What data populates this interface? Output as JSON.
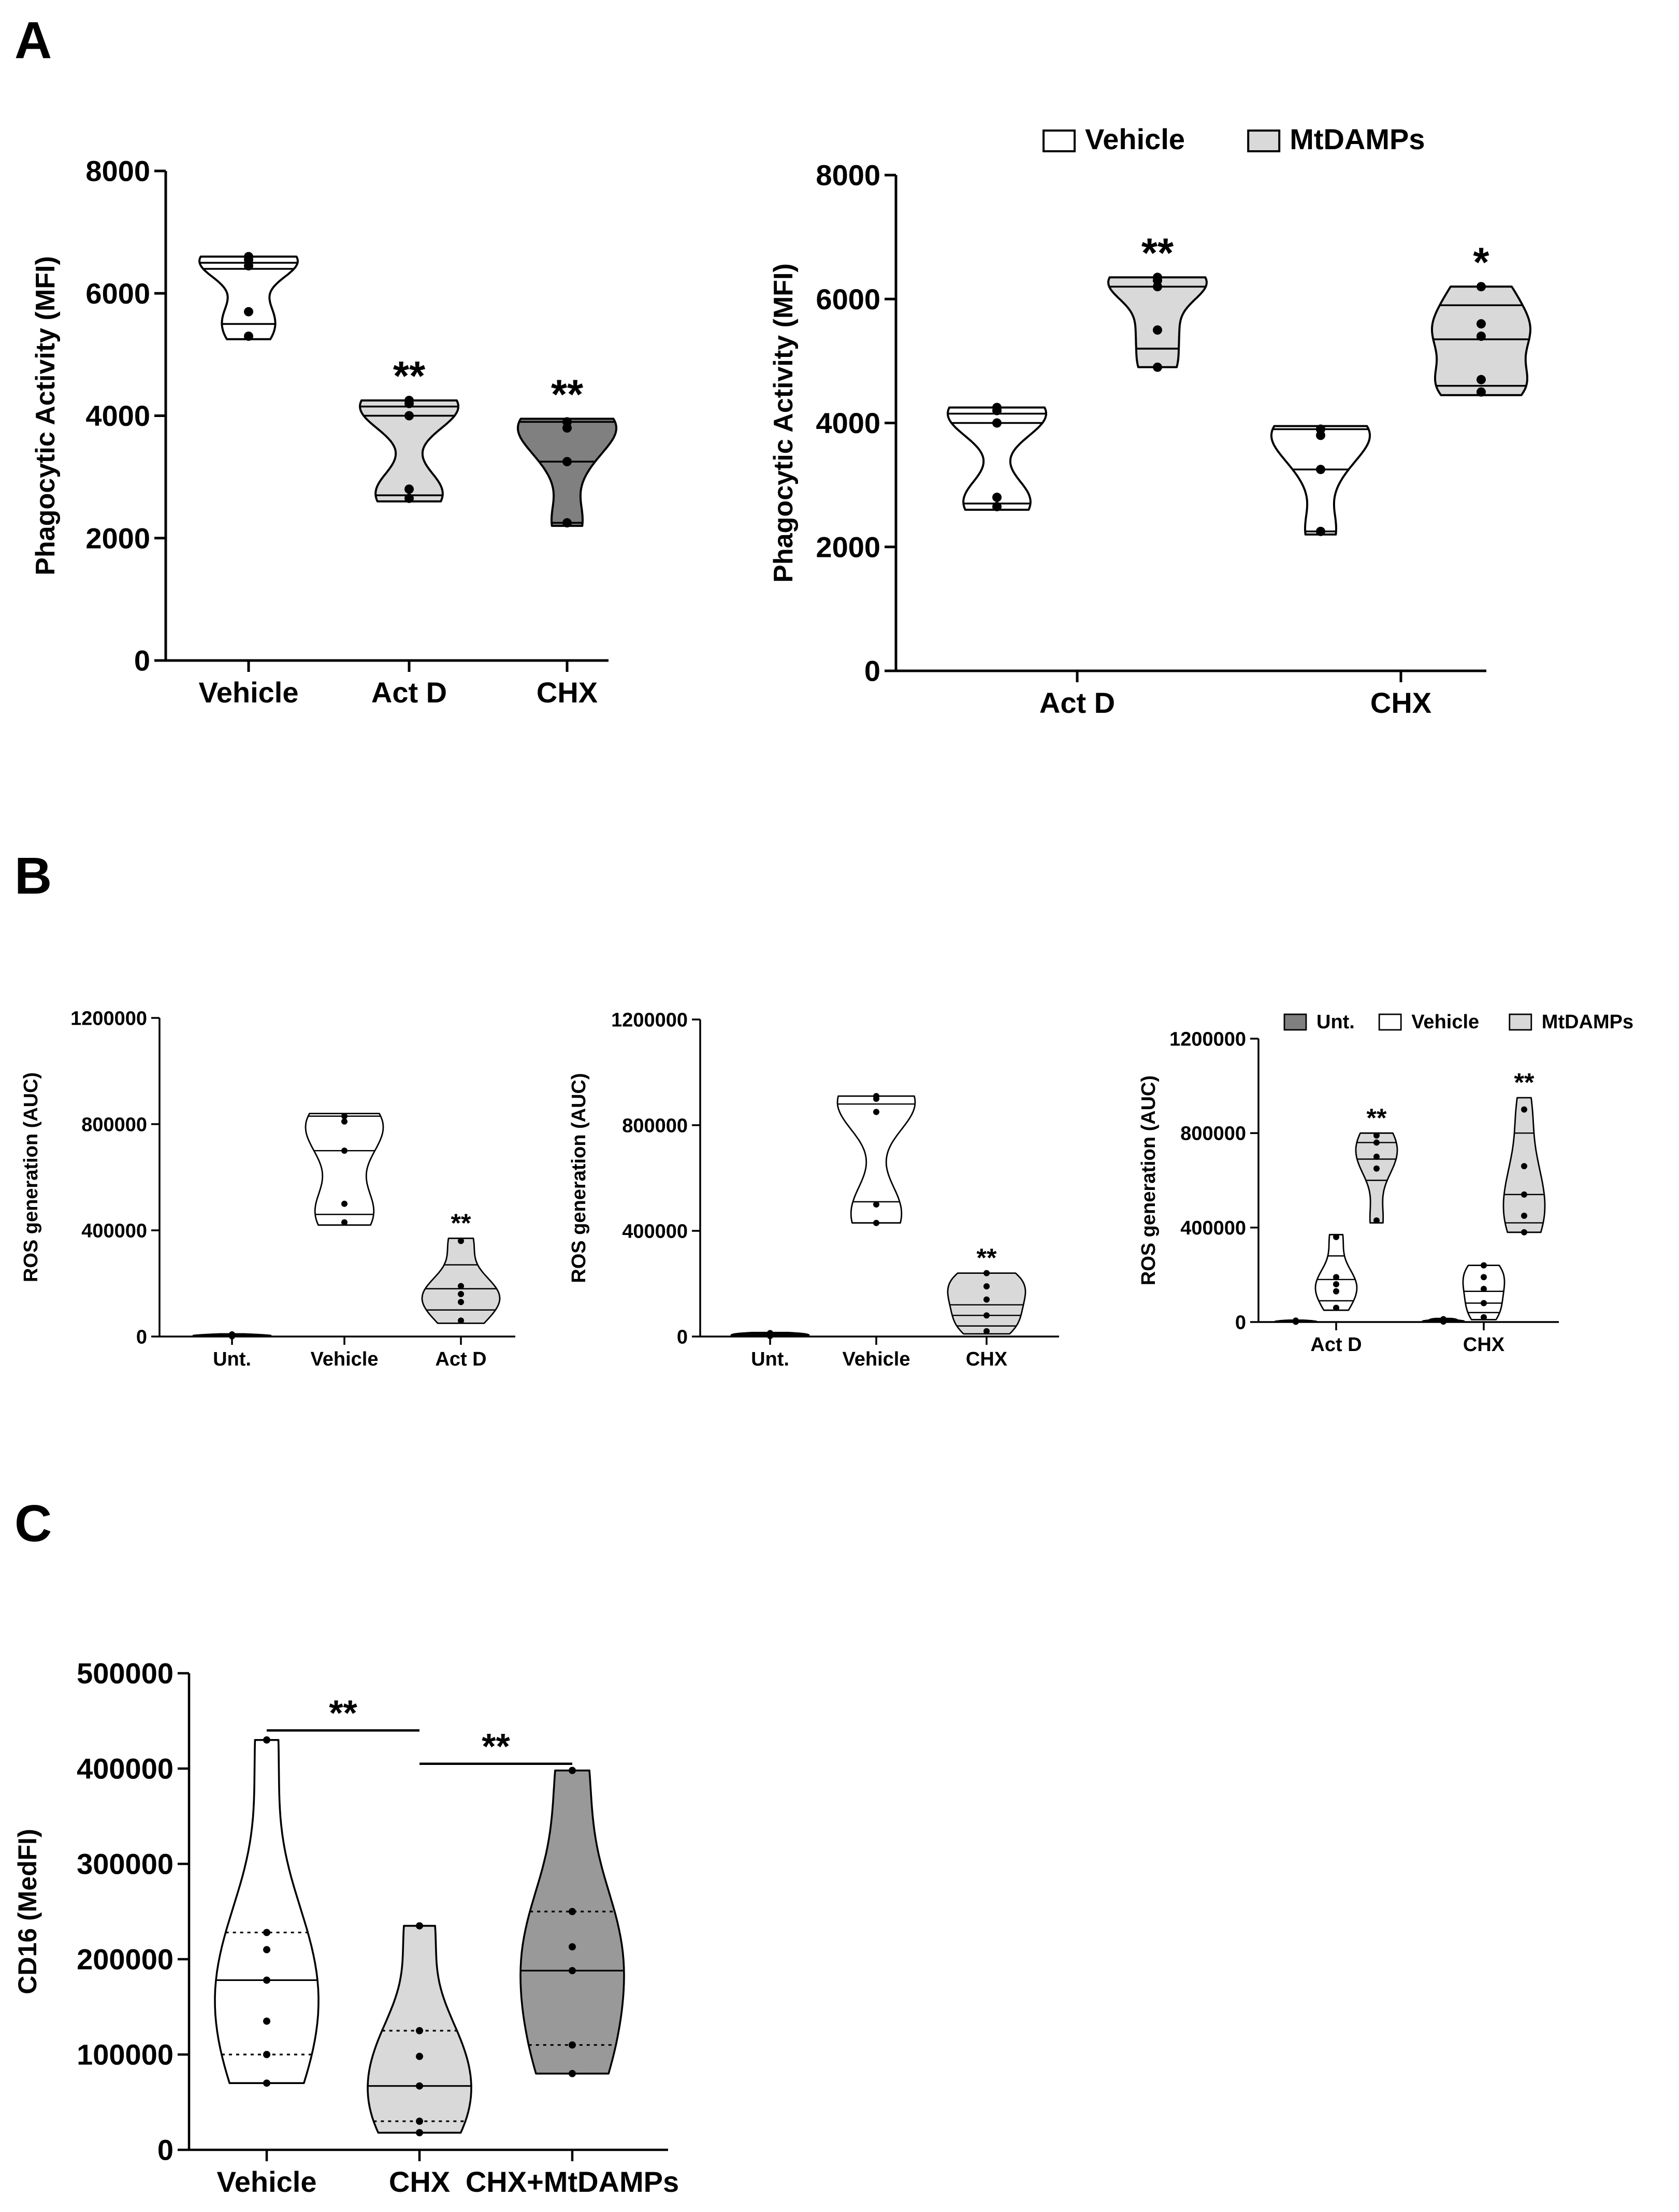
{
  "panels": [
    {
      "id": "A",
      "label": "A"
    },
    {
      "id": "B",
      "label": "B"
    },
    {
      "id": "C",
      "label": "C"
    }
  ],
  "chart_data": [
    {
      "id": "A1",
      "type": "violin",
      "ylabel": "Phagocytic Activity (MFI)",
      "ylim": [
        0,
        8000
      ],
      "yticks": [
        0,
        2000,
        4000,
        6000,
        8000
      ],
      "categories": [
        "Vehicle",
        "Act D",
        "CHX"
      ],
      "groups": [
        {
          "category": "Vehicle",
          "color": "#ffffff",
          "min": 5250,
          "max": 6600,
          "median": 6400,
          "q1": 5500,
          "q3": 6500,
          "points": [
            5300,
            5700,
            6450,
            6550,
            6600
          ],
          "significance": ""
        },
        {
          "category": "Act D",
          "color": "#d9d9d9",
          "min": 2600,
          "max": 4250,
          "median": 4000,
          "q1": 2700,
          "q3": 4150,
          "points": [
            2650,
            2800,
            4000,
            4200,
            4250
          ],
          "significance": "**"
        },
        {
          "category": "CHX",
          "color": "#808080",
          "min": 2200,
          "max": 3950,
          "median": 3250,
          "q1": 2250,
          "q3": 3900,
          "points": [
            2250,
            3250,
            3800,
            3900,
            3900
          ],
          "significance": "**"
        }
      ]
    },
    {
      "id": "A2",
      "type": "violin",
      "ylabel": "Phagocytic Activity (MFI)",
      "ylim": [
        0,
        8000
      ],
      "yticks": [
        0,
        2000,
        4000,
        6000,
        8000
      ],
      "categories": [
        "Act D",
        "CHX"
      ],
      "legend": {
        "position": "top",
        "entries": [
          {
            "name": "Vehicle",
            "color": "#ffffff"
          },
          {
            "name": "MtDAMPs",
            "color": "#d9d9d9"
          }
        ]
      },
      "groups": [
        {
          "category": "Act D",
          "series": "Vehicle",
          "color": "#ffffff",
          "min": 2600,
          "max": 4250,
          "median": 4000,
          "q1": 2700,
          "q3": 4150,
          "points": [
            2650,
            2800,
            4000,
            4200,
            4250
          ],
          "significance": ""
        },
        {
          "category": "Act D",
          "series": "MtDAMPs",
          "color": "#d9d9d9",
          "min": 4900,
          "max": 6350,
          "median": 5200,
          "q1": 5200,
          "q3": 6200,
          "points": [
            4900,
            5500,
            6200,
            6300,
            6350
          ],
          "significance": "**"
        },
        {
          "category": "CHX",
          "series": "Vehicle",
          "color": "#ffffff",
          "min": 2200,
          "max": 3950,
          "median": 3250,
          "q1": 2250,
          "q3": 3900,
          "points": [
            2250,
            3250,
            3800,
            3900,
            3900
          ],
          "significance": ""
        },
        {
          "category": "CHX",
          "series": "MtDAMPs",
          "color": "#d9d9d9",
          "min": 4450,
          "max": 6200,
          "median": 5350,
          "q1": 4600,
          "q3": 5900,
          "points": [
            4500,
            4700,
            5400,
            5600,
            6200
          ],
          "significance": "*"
        }
      ]
    },
    {
      "id": "B1",
      "type": "violin",
      "ylabel": "ROS generation (AUC)",
      "ylim": [
        0,
        1200000
      ],
      "yticks": [
        0,
        400000,
        800000,
        1200000
      ],
      "categories": [
        "Unt.",
        "Vehicle",
        "Act D"
      ],
      "groups": [
        {
          "category": "Unt.",
          "color": "#404040",
          "min": 0,
          "max": 10000,
          "median": 3000,
          "q1": 1000,
          "q3": 6000,
          "points": [
            1000,
            3000,
            5000,
            8000
          ],
          "significance": ""
        },
        {
          "category": "Vehicle",
          "color": "#ffffff",
          "min": 420000,
          "max": 840000,
          "median": 700000,
          "q1": 460000,
          "q3": 830000,
          "points": [
            430000,
            500000,
            700000,
            810000,
            830000
          ],
          "significance": ""
        },
        {
          "category": "Act D",
          "color": "#d9d9d9",
          "min": 50000,
          "max": 370000,
          "median": 180000,
          "q1": 100000,
          "q3": 270000,
          "points": [
            60000,
            130000,
            160000,
            190000,
            360000
          ],
          "significance": "**"
        }
      ]
    },
    {
      "id": "B2",
      "type": "violin",
      "ylabel": "ROS generation (AUC)",
      "ylim": [
        0,
        1200000
      ],
      "yticks": [
        0,
        400000,
        800000,
        1200000
      ],
      "categories": [
        "Unt.",
        "Vehicle",
        "CHX"
      ],
      "groups": [
        {
          "category": "Unt.",
          "color": "#404040",
          "min": 0,
          "max": 15000,
          "median": 5000,
          "q1": 2000,
          "q3": 10000,
          "points": [
            2000,
            5000,
            9000,
            13000
          ],
          "significance": ""
        },
        {
          "category": "Vehicle",
          "color": "#ffffff",
          "min": 430000,
          "max": 910000,
          "median": 510000,
          "q1": 430000,
          "q3": 880000,
          "points": [
            430000,
            500000,
            850000,
            900000,
            910000
          ],
          "significance": ""
        },
        {
          "category": "CHX",
          "color": "#d9d9d9",
          "min": 10000,
          "max": 240000,
          "median": 80000,
          "q1": 40000,
          "q3": 120000,
          "points": [
            20000,
            80000,
            140000,
            190000,
            240000
          ],
          "significance": "**"
        }
      ]
    },
    {
      "id": "B3",
      "type": "violin",
      "ylabel": "ROS generation (AUC)",
      "ylim": [
        0,
        1200000
      ],
      "yticks": [
        0,
        400000,
        800000,
        1200000
      ],
      "categories": [
        "Act D",
        "CHX"
      ],
      "legend": {
        "position": "top",
        "entries": [
          {
            "name": "Unt.",
            "color": "#808080"
          },
          {
            "name": "Vehicle",
            "color": "#ffffff"
          },
          {
            "name": "MtDAMPs",
            "color": "#d9d9d9"
          }
        ]
      },
      "groups": [
        {
          "category": "Act D",
          "series": "Unt.",
          "color": "#808080",
          "min": 0,
          "max": 8000,
          "median": 3000,
          "q1": 1000,
          "q3": 5000,
          "points": [
            1000,
            3000,
            6000
          ],
          "significance": ""
        },
        {
          "category": "Act D",
          "series": "Vehicle",
          "color": "#ffffff",
          "min": 50000,
          "max": 370000,
          "median": 180000,
          "q1": 90000,
          "q3": 280000,
          "points": [
            60000,
            130000,
            160000,
            190000,
            360000
          ],
          "significance": ""
        },
        {
          "category": "Act D",
          "series": "MtDAMPs",
          "color": "#d9d9d9",
          "min": 420000,
          "max": 800000,
          "median": 690000,
          "q1": 600000,
          "q3": 760000,
          "points": [
            430000,
            650000,
            700000,
            760000,
            790000
          ],
          "significance": "**"
        },
        {
          "category": "CHX",
          "series": "Unt.",
          "color": "#808080",
          "min": 0,
          "max": 15000,
          "median": 5000,
          "q1": 2000,
          "q3": 9000,
          "points": [
            2000,
            5000,
            12000
          ],
          "significance": ""
        },
        {
          "category": "CHX",
          "series": "Vehicle",
          "color": "#ffffff",
          "min": 10000,
          "max": 240000,
          "median": 80000,
          "q1": 40000,
          "q3": 130000,
          "points": [
            20000,
            80000,
            140000,
            190000,
            240000
          ],
          "significance": ""
        },
        {
          "category": "CHX",
          "series": "MtDAMPs",
          "color": "#d9d9d9",
          "min": 380000,
          "max": 950000,
          "median": 540000,
          "q1": 420000,
          "q3": 800000,
          "points": [
            380000,
            450000,
            540000,
            660000,
            900000
          ],
          "significance": "**"
        }
      ]
    },
    {
      "id": "C1",
      "type": "violin",
      "ylabel": "CD16 (MedFI)",
      "ylim": [
        0,
        500000
      ],
      "yticks": [
        0,
        100000,
        200000,
        300000,
        400000,
        500000
      ],
      "categories": [
        "Vehicle",
        "CHX",
        "CHX+MtDAMPs"
      ],
      "groups": [
        {
          "category": "Vehicle",
          "color": "#ffffff",
          "min": 70000,
          "max": 430000,
          "median": 178000,
          "q1": 100000,
          "q3": 228000,
          "points": [
            70000,
            100000,
            135000,
            178000,
            210000,
            228000,
            430000
          ],
          "significance": ""
        },
        {
          "category": "CHX",
          "color": "#d9d9d9",
          "min": 18000,
          "max": 235000,
          "median": 67000,
          "q1": 30000,
          "q3": 125000,
          "points": [
            18000,
            30000,
            67000,
            98000,
            125000,
            235000
          ],
          "significance": ""
        },
        {
          "category": "CHX+MtDAMPs",
          "color": "#999999",
          "min": 80000,
          "max": 398000,
          "median": 188000,
          "q1": 110000,
          "q3": 250000,
          "points": [
            80000,
            110000,
            188000,
            213000,
            250000,
            398000
          ],
          "significance": ""
        }
      ],
      "brackets": [
        {
          "from": "Vehicle",
          "to": "CHX",
          "label": "**"
        },
        {
          "from": "CHX",
          "to": "CHX+MtDAMPs",
          "label": "**"
        }
      ]
    }
  ]
}
